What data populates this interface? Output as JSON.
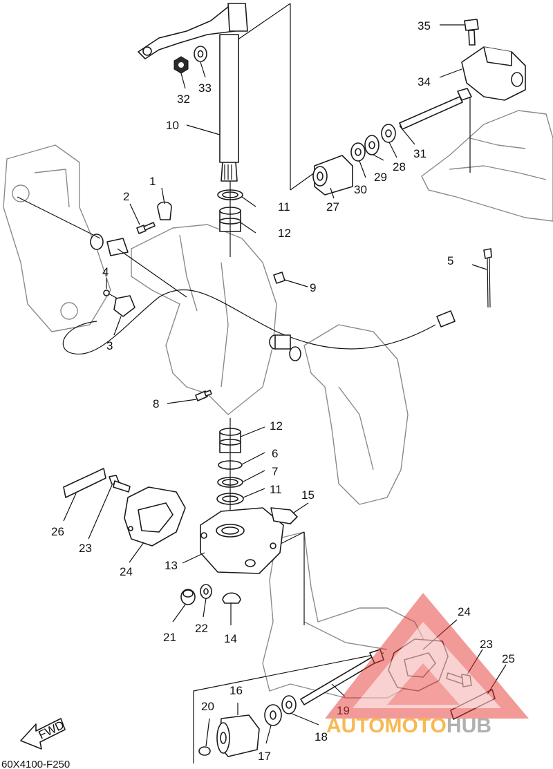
{
  "callouts": {
    "c1": "1",
    "c2": "2",
    "c3": "3",
    "c4": "4",
    "c5": "5",
    "c6": "6",
    "c7": "7",
    "c8": "8",
    "c9": "9",
    "c10": "10",
    "c11a": "11",
    "c11b": "11",
    "c12a": "12",
    "c12b": "12",
    "c13": "13",
    "c14": "14",
    "c15": "15",
    "c16": "16",
    "c17": "17",
    "c18": "18",
    "c19": "19",
    "c20": "20",
    "c21": "21",
    "c22": "22",
    "c23a": "23",
    "c23b": "23",
    "c24a": "24",
    "c24b": "24",
    "c25": "25",
    "c26": "26",
    "c27": "27",
    "c28": "28",
    "c29": "29",
    "c30": "30",
    "c31": "31",
    "c32": "32",
    "c33": "33",
    "c34": "34",
    "c35": "35"
  },
  "fwd_label": "FWD",
  "diagram_code": "60X4100-F250",
  "watermark": {
    "part1": "AUTO",
    "part2": "MOTO",
    "part3": "HUB",
    "color_primary": "#f5a623",
    "color_secondary": "#9b9b9b",
    "color_triangle": "#e53935"
  }
}
